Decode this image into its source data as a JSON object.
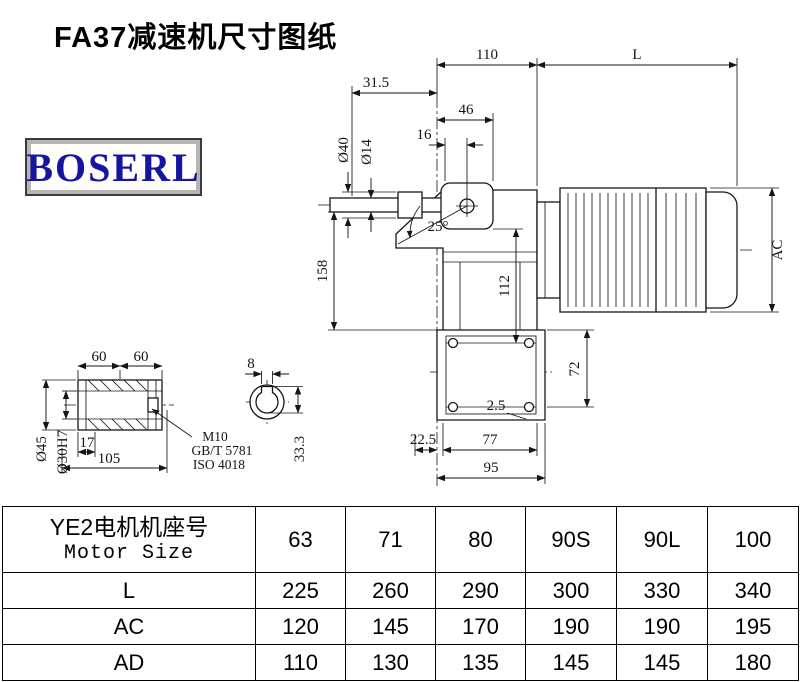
{
  "title": "FA37减速机尺寸图纸",
  "logo": "BOSERL",
  "drawing": {
    "dims": {
      "w110": "110",
      "L": "L",
      "w31_5": "31.5",
      "w46": "46",
      "w16": "16",
      "dia40": "Ø40",
      "dia14": "Ø14",
      "angle": "25°",
      "h158": "158",
      "h112": "112",
      "AC": "AC",
      "h72": "72",
      "off2_5": "2.5",
      "w22_5": "22.5",
      "w77": "77",
      "w95": "95"
    },
    "shaft": {
      "w60a": "60",
      "w60b": "60",
      "key8": "8",
      "dia45": "Ø45",
      "dia30": "Ø30H7",
      "w17": "17",
      "w105": "105",
      "note_m10": "M10",
      "note_gb": "GB/T 5781",
      "note_iso": "ISO 4018",
      "h33_3": "33.3"
    }
  },
  "table": {
    "header_cn": "YE2电机机座号",
    "header_en": "Motor Size",
    "columns": [
      "63",
      "71",
      "80",
      "90S",
      "90L",
      "100"
    ],
    "rows": [
      {
        "label": "L",
        "values": [
          "225",
          "260",
          "290",
          "300",
          "330",
          "340"
        ]
      },
      {
        "label": "AC",
        "values": [
          "120",
          "145",
          "170",
          "190",
          "190",
          "195"
        ]
      },
      {
        "label": "AD",
        "values": [
          "110",
          "130",
          "135",
          "145",
          "145",
          "180"
        ]
      }
    ]
  }
}
